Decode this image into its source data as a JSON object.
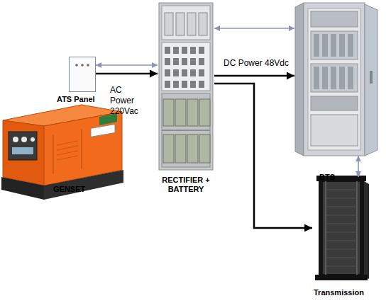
{
  "diagram": {
    "nodes": [
      {
        "text": [
          "ATS Panel"
        ]
      },
      {
        "text": [
          "GENSET"
        ]
      },
      {
        "text": [
          "RECTIFIER + BATTERY"
        ]
      },
      {
        "text": [
          "BTS"
        ]
      },
      {
        "text": [
          "Transmission"
        ]
      }
    ],
    "edges": [
      {
        "from": 0,
        "to": 2,
        "arrow": "both"
      },
      {
        "from": 0,
        "to": 2,
        "label": "AC Power 220Vac",
        "arrow": "to"
      },
      {
        "from": 2,
        "to": 3,
        "arrow": "both"
      },
      {
        "from": 2,
        "to": 3,
        "label": "DC Power 48Vdc",
        "arrow": "to"
      },
      {
        "from": 2,
        "to": 4,
        "arrow": "to"
      },
      {
        "from": 3,
        "to": 4,
        "arrow": "both"
      }
    ]
  }
}
